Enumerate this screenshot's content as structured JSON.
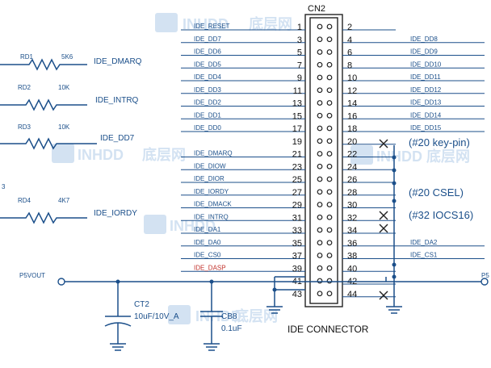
{
  "colors": {
    "wire": "#1b4f8a",
    "dasp": "#c0312b",
    "watermark": "#c9dcef"
  },
  "connector": {
    "ref": "CN2",
    "title": "IDE CONNECTOR"
  },
  "left_pins": [
    {
      "pin": "1",
      "net": "IDE_RESET"
    },
    {
      "pin": "3",
      "net": "IDE_DD7"
    },
    {
      "pin": "5",
      "net": "IDE_DD6"
    },
    {
      "pin": "7",
      "net": "IDE_DD5"
    },
    {
      "pin": "9",
      "net": "IDE_DD4"
    },
    {
      "pin": "11",
      "net": "IDE_DD3"
    },
    {
      "pin": "13",
      "net": "IDE_DD2"
    },
    {
      "pin": "15",
      "net": "IDE_DD1"
    },
    {
      "pin": "17",
      "net": "IDE_DD0"
    },
    {
      "pin": "19",
      "net": ""
    },
    {
      "pin": "21",
      "net": "IDE_DMARQ"
    },
    {
      "pin": "23",
      "net": "IDE_DIOW"
    },
    {
      "pin": "25",
      "net": "IDE_DIOR"
    },
    {
      "pin": "27",
      "net": "IDE_IORDY"
    },
    {
      "pin": "29",
      "net": "IDE_DMACK"
    },
    {
      "pin": "31",
      "net": "IDE_INTRQ"
    },
    {
      "pin": "33",
      "net": "IDE_DA1"
    },
    {
      "pin": "35",
      "net": "IDE_DA0"
    },
    {
      "pin": "37",
      "net": "IDE_CS0"
    },
    {
      "pin": "39",
      "net": "IDE_DASP"
    },
    {
      "pin": "41",
      "net": ""
    },
    {
      "pin": "43",
      "net": ""
    }
  ],
  "right_pins": [
    {
      "pin": "2",
      "net": ""
    },
    {
      "pin": "4",
      "net": "IDE_DD8"
    },
    {
      "pin": "6",
      "net": "IDE_DD9"
    },
    {
      "pin": "8",
      "net": "IDE_DD10"
    },
    {
      "pin": "10",
      "net": "IDE_DD11"
    },
    {
      "pin": "12",
      "net": "IDE_DD12"
    },
    {
      "pin": "14",
      "net": "IDE_DD13"
    },
    {
      "pin": "16",
      "net": "IDE_DD14"
    },
    {
      "pin": "18",
      "net": "IDE_DD15"
    },
    {
      "pin": "20",
      "net": ""
    },
    {
      "pin": "22",
      "net": ""
    },
    {
      "pin": "24",
      "net": ""
    },
    {
      "pin": "26",
      "net": ""
    },
    {
      "pin": "28",
      "net": ""
    },
    {
      "pin": "30",
      "net": ""
    },
    {
      "pin": "32",
      "net": ""
    },
    {
      "pin": "34",
      "net": ""
    },
    {
      "pin": "36",
      "net": "IDE_DA2"
    },
    {
      "pin": "38",
      "net": "IDE_CS1"
    },
    {
      "pin": "40",
      "net": ""
    },
    {
      "pin": "42",
      "net": ""
    },
    {
      "pin": "44",
      "net": ""
    }
  ],
  "notes": {
    "n20": "(#20 key-pin)",
    "n28": "(#20 CSEL)",
    "n32": "(#32 IOCS16)"
  },
  "resistors": [
    {
      "ref": "RD1",
      "value": "5K6",
      "net": "IDE_DMARQ"
    },
    {
      "ref": "RD2",
      "value": "10K",
      "net": "IDE_INTRQ"
    },
    {
      "ref": "RD3",
      "value": "10K",
      "net": "IDE_DD7"
    },
    {
      "ref": "RD4",
      "value": "4K7",
      "net": "IDE_IORDY"
    }
  ],
  "stray_left": "3",
  "power": {
    "left": "P5VOUT",
    "right": "P5"
  },
  "caps": [
    {
      "ref": "CT2",
      "value": "10uF/10V_A"
    },
    {
      "ref": "CB8",
      "value": "0.1uF"
    }
  ],
  "watermark": {
    "latin": "INHDD",
    "cjk": "底层网"
  }
}
